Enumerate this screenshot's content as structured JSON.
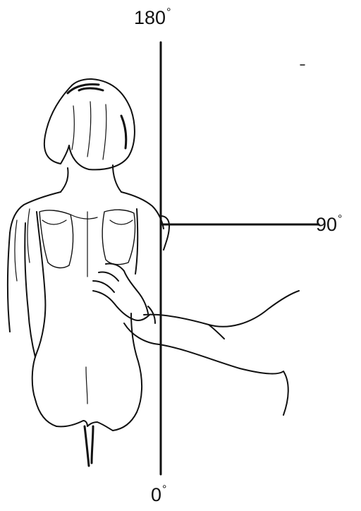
{
  "labels": {
    "top": {
      "value": "180",
      "unit": "°"
    },
    "right": {
      "value": "90",
      "unit": "°"
    },
    "bottom": {
      "value": "0",
      "unit": "°"
    }
  },
  "colors": {
    "ink": "#111111",
    "background": "#ffffff"
  }
}
